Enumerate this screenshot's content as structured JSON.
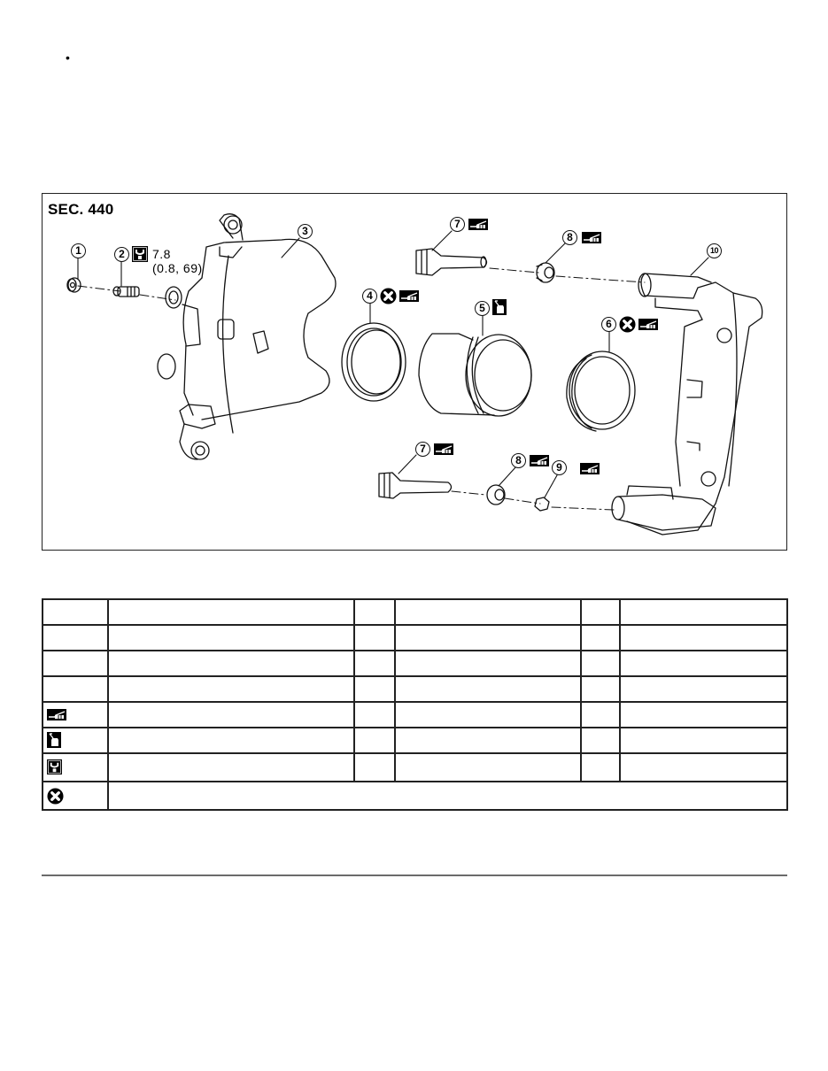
{
  "page": {
    "bullet": "•"
  },
  "figure": {
    "section_label": "SEC. 440",
    "torque": {
      "value": "7.8",
      "alt_units": "(0.8, 69)"
    },
    "callouts": [
      {
        "num": "1",
        "icons": []
      },
      {
        "num": "2",
        "icons": [
          "torque-wrench-icon"
        ]
      },
      {
        "num": "3",
        "icons": []
      },
      {
        "num": "4",
        "icons": [
          "do-not-reuse-icon",
          "grease-tube-icon"
        ]
      },
      {
        "num": "5",
        "icons": [
          "brake-fluid-oiler-icon"
        ]
      },
      {
        "num": "6",
        "icons": [
          "do-not-reuse-icon",
          "grease-tube-icon"
        ]
      },
      {
        "num": "7",
        "icons": [
          "grease-tube-icon"
        ]
      },
      {
        "num": "7",
        "icons": [
          "grease-tube-icon"
        ]
      },
      {
        "num": "8",
        "icons": [
          "grease-tube-icon"
        ]
      },
      {
        "num": "8",
        "icons": [
          "grease-tube-icon"
        ]
      },
      {
        "num": "9",
        "icons": [
          "grease-tube-icon"
        ]
      },
      {
        "num": "10",
        "icons": []
      }
    ]
  },
  "legend_table": {
    "rows": [
      {
        "icon": "",
        "cells": [
          "",
          "",
          "",
          "",
          ""
        ]
      },
      {
        "icon": "",
        "cells": [
          "",
          "",
          "",
          "",
          ""
        ]
      },
      {
        "icon": "",
        "cells": [
          "",
          "",
          "",
          "",
          ""
        ]
      },
      {
        "icon": "",
        "cells": [
          "",
          "",
          "",
          "",
          ""
        ]
      },
      {
        "icon": "grease-tube-icon",
        "cells": [
          "",
          "",
          "",
          "",
          ""
        ]
      },
      {
        "icon": "brake-fluid-oiler-icon",
        "cells": [
          "",
          "",
          "",
          "",
          ""
        ]
      },
      {
        "icon": "torque-wrench-icon",
        "cells": [
          "",
          "",
          "",
          "",
          ""
        ]
      },
      {
        "icon": "do-not-reuse-icon",
        "cells": [
          ""
        ]
      }
    ]
  },
  "colors": {
    "line": "#222222",
    "rule": "#6b6b6b",
    "background": "#ffffff"
  }
}
